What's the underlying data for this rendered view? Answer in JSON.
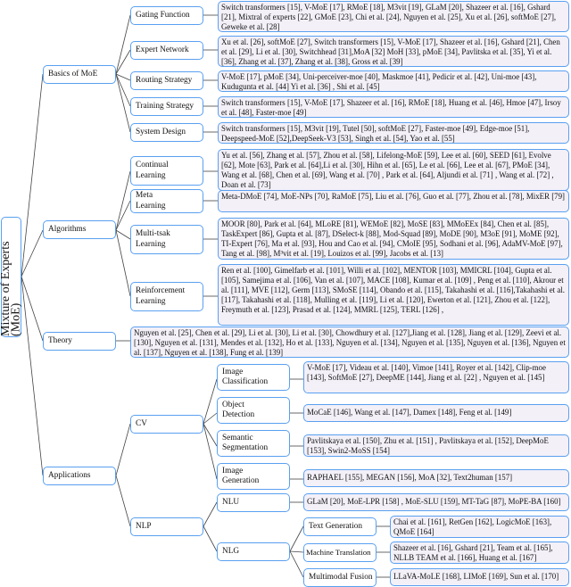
{
  "root": {
    "label": "Mixture of Experts (MoE)"
  },
  "categories": {
    "basics": {
      "label": "Basics of MoE",
      "children": [
        {
          "label": "Gating Function",
          "refs": "Switch transformers [15], V-MoE [17], RMoE [18], M3vit [19], GLaM [20], Shazeer et al. [16], Gshard [21], Mixtral of experts [22], GMoE [23], Chi et al. [24], Nguyen et al. [25], Xu et al. [26], softMoE [27], Geweke et al. [28]"
        },
        {
          "label": "Expert Network",
          "refs": "Xu et al. [26], softMoE [27], Switch transformers [15], V-MoE [17], Shazeer et al. [16], Gshard [21], Chen et al. [29], Li et al. [30], Switchhead [31],MoA [32] MoH [33], pMoE [34], Pavlitska et al. [35], Yi et al. [36], Zhang et al. [37], Zhang et al. [38], Gross et al. [39]"
        },
        {
          "label": "Routing Strategy",
          "refs": "V-MoE [17], pMoE [34], Uni-perceiver-moe [40], Maskmoe [41], Pedicir et al. [42], Uni-moe [43], Kudugunta et al. [44] Yi et al. [36] , Shi et al. [45]"
        },
        {
          "label": "Training Strategy",
          "refs": "Switch transformers [15], V-MoE [17], Shazeer et al. [16], RMoE [18], Huang et al. [46], Hmoe [47], Irsoy et al. [48], Faster-moe [49]"
        },
        {
          "label": "System Design",
          "refs": "Switch transformers [15], M3vit [19], Tutel [50], softMoE [27], Faster-moe [49], Edge-moe [51], Deepspeed-MoE [52],DeepSeek-V3 [53], Singh et al. [54], Yao et al. [55]"
        }
      ]
    },
    "algorithms": {
      "label": "Algorithms",
      "children": [
        {
          "label": "Continual Learning",
          "refs": "Yu et al. [56], Zhang et al. [57], Zhou et al. [58], Lifelong-MoE [59], Lee et al. [60], SEED [61], Evolve [62], Mote [63], Park et al. [64],Li et al. [30], Hihn et al. [65], Le et al. [66], Lee et al. [67], PMoE [34], Wang et al. [68], Chen et al. [69], Wang et al. [70] , Park et al. [64], Aljundi et al. [71] , Wang et al. [72] , Doan et al. [73]"
        },
        {
          "label": "Meta Learning",
          "refs": "Meta-DMoE [74], MoE-NPs [70], RaMoE [75], Liu et al. [76], Guo et al. [77], Zhou et al. [78], MixER [79]"
        },
        {
          "label": "Multi-tsak Learning",
          "refs": "MOOR [80], Park et al. [64], MLoRE [81], WEMoE [82], MoSE [83], MMoEEx [84], Chen et al. [85], TaskExpert [86], Gupta et al. [87], DSelect-k [88], Mod-Squad [89], MoDE [90], M3oE [91], MoME [92], TI-Expert [76], Ma et al. [93], Hou and Cao et al. [94], CMoIE [95], Sodhani et al. [96], AdaMV-MoE [97], Tang et al. [98], M³vit et al. [19], Louizos et al. [99], Jacobs et al. [13]"
        },
        {
          "label": "Reinforcement Learning",
          "refs": "Ren et al. [100], Gimelfarb et al. [101], Willi et al. [102], MENTOR [103], MMICRL [104], Gupta et al. [105], Samejima et al. [106], Van et al. [107], MACE [108], Kumar et al. [109] , Peng et al. [110], Akrour et al. [111], MVE [112], Germ [113], SMoSE [114], Obando et al. [115], Takahashi et al. [116],Takahashi et al. [117], Takahashi et al. [118], Mulling et al. [119], Li et al. [120], Ewerton et al. [121], Zhou et al. [122], Freymuth et al. [123], Prasad et al. [124], MMRL [125], TERL [126] ,"
        }
      ]
    },
    "theory": {
      "label": "Theory",
      "refs": "Nguyen et al. [25], Chen et al. [29], Li et al. [30], Li et al. [30], Chowdhury et al. [127],Jiang et al. [128], Jiang et al. [129], Zeevi et al. [130], Nguyen et al. [131], Mendes et al. [132], Ho et al. [133], Nguyen et al. [134], Nguyen et al. [135], Nguyen et al. [136], Nguyen et al. [137], Nguyen et al. [138], Fung et al. [139]"
    },
    "applications": {
      "label": "Applications",
      "cv": {
        "label": "CV",
        "children": [
          {
            "label": "Image Classification",
            "refs": "V-MoE [17], Videau et al. [140], Vimoe [141], Royer et al. [142], Clip-moe [143], SoftMoE [27], DeepME [144], Jiang et al. [22] , Nguyen et al. [145]"
          },
          {
            "label": "Object Detection",
            "refs": "MoCaE [146], Wang et al. [147], Damex [148], Feng et al. [149]"
          },
          {
            "label": "Semantic Segmentation",
            "refs": "Pavlitskaya et al. [150], Zhu et al. [151] , Pavlitskaya et al. [152], DeepMoE [153], Swin2-MoSS [154]"
          },
          {
            "label": "Image Generation",
            "refs": "RAPHAEL [155], MEGAN [156], MoA [32], Text2human [157]"
          }
        ]
      },
      "nlp": {
        "label": "NLP",
        "nlu": {
          "label": "NLU",
          "refs": "GLaM [20], MoE-LPR [158] , MoE-SLU [159], MT-TaG [87], MoPE-BA [160]"
        },
        "nlg": {
          "label": "NLG",
          "children": [
            {
              "label": "Text Generation",
              "refs": "Chai et al. [161], RetGen [162], LogicMoE [163], QMoE [164]"
            },
            {
              "label": "Machine Translation",
              "refs": "Shazeer et al. [16], Gshard [21], Team et al. [165], NLLB TEAM et al. [166], Huang et al. [167]"
            },
            {
              "label": "Multimodal Fusion",
              "refs": "LLaVA-MoLE [168], LIMoE [169], Sun et al. [170]"
            }
          ]
        }
      }
    }
  },
  "colors": {
    "border": "#5aa0f0",
    "leaf_fill": "#f3f0f8",
    "edge": "#444444"
  }
}
